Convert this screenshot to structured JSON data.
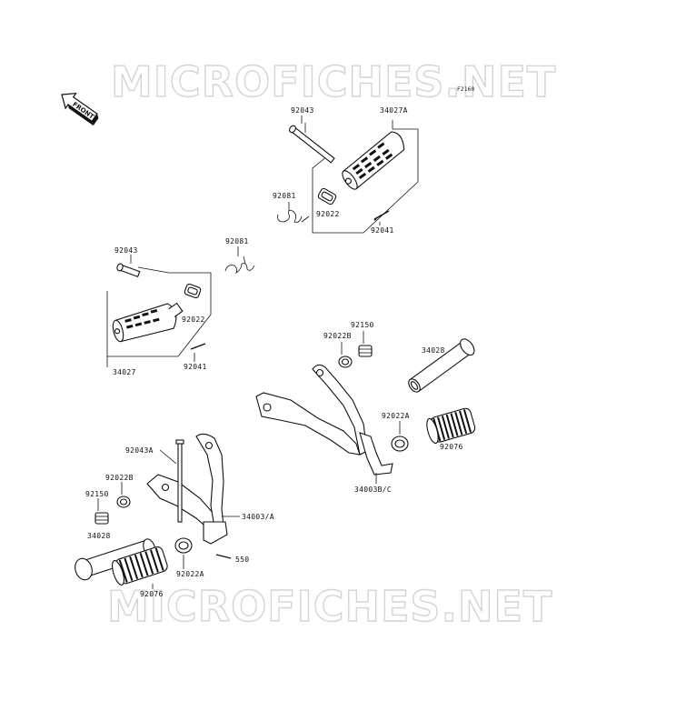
{
  "watermark": {
    "text": "MICROFICHES.NET"
  },
  "diagram_code": "F2160",
  "front_badge": "FRONT",
  "parts": {
    "p_92043_top": "92043",
    "p_34027A": "34027A",
    "p_92081_top": "92081",
    "p_92022_top": "92022",
    "p_92041_top": "92041",
    "p_92043_left": "92043",
    "p_92081_left": "92081",
    "p_92022_left": "92022",
    "p_34027": "34027",
    "p_92041_left": "92041",
    "p_92150_right": "92150",
    "p_92022B_right": "92022B",
    "p_34028_right": "34028",
    "p_92022A_right": "92022A",
    "p_92076_right": "92076",
    "p_34003BC": "34003B/C",
    "p_92043A": "92043A",
    "p_92022B_left": "92022B",
    "p_92150_left": "92150",
    "p_34003A": "34003/A",
    "p_34028_left": "34028",
    "p_550": "550",
    "p_92022A_left": "92022A",
    "p_92076_left": "92076"
  }
}
